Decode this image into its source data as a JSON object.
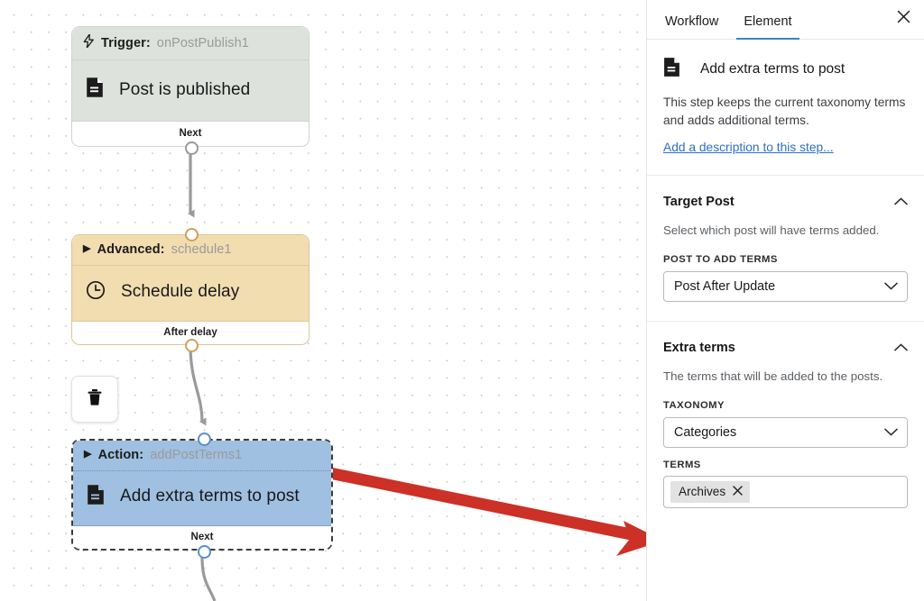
{
  "canvas": {
    "nodes": [
      {
        "id": "trigger",
        "kind_label": "Trigger:",
        "handle": "onPostPublish1",
        "title": "Post is published",
        "footer": "Next",
        "icon": "document-icon",
        "kind_icon": "bolt-icon",
        "color": "#dde3dc"
      },
      {
        "id": "schedule",
        "kind_label": "Advanced:",
        "handle": "schedule1",
        "title": "Schedule delay",
        "footer": "After delay",
        "icon": "clock-icon",
        "kind_icon": "caret-right-icon",
        "color": "#f2ddb0"
      },
      {
        "id": "action",
        "kind_label": "Action:",
        "handle": "addPostTerms1",
        "title": "Add extra terms to post",
        "footer": "Next",
        "icon": "document-icon",
        "kind_icon": "caret-right-icon",
        "color": "#9fc0e0"
      }
    ],
    "delete_button": {
      "icon": "trash-icon",
      "label": ""
    },
    "annotation": {
      "color": "#cc3026",
      "kind": "arrow"
    }
  },
  "panel": {
    "tabs": [
      {
        "id": "workflow",
        "label": "Workflow",
        "active": false
      },
      {
        "id": "element",
        "label": "Element",
        "active": true
      }
    ],
    "close_icon": "close-icon",
    "step": {
      "icon": "document-icon",
      "title": "Add extra terms to post",
      "description": "This step keeps the current taxonomy terms and adds additional terms.",
      "description_link": "Add a description to this step..."
    },
    "sections": [
      {
        "id": "target-post",
        "title": "Target Post",
        "collapse_icon": "chevron-up-icon",
        "subtitle": "Select which post will have terms added.",
        "fields": [
          {
            "id": "post-to-add-terms",
            "type": "select",
            "label": "POST TO ADD TERMS",
            "value": "Post After Update",
            "icon": "chevron-down-icon"
          }
        ]
      },
      {
        "id": "extra-terms",
        "title": "Extra terms",
        "collapse_icon": "chevron-up-icon",
        "subtitle": "The terms that will be added to the posts.",
        "fields": [
          {
            "id": "taxonomy",
            "type": "select",
            "label": "TAXONOMY",
            "value": "Categories",
            "icon": "chevron-down-icon"
          },
          {
            "id": "terms",
            "type": "tokens",
            "label": "TERMS",
            "tokens": [
              {
                "label": "Archives",
                "remove_icon": "close-icon"
              }
            ]
          }
        ]
      }
    ]
  },
  "colors": {
    "accent": "#3d82cc",
    "link": "#2d6fc4",
    "annotation": "#cc3026",
    "trigger": "#dde3dc",
    "schedule": "#f2ddb0",
    "action": "#9fc0e0"
  }
}
